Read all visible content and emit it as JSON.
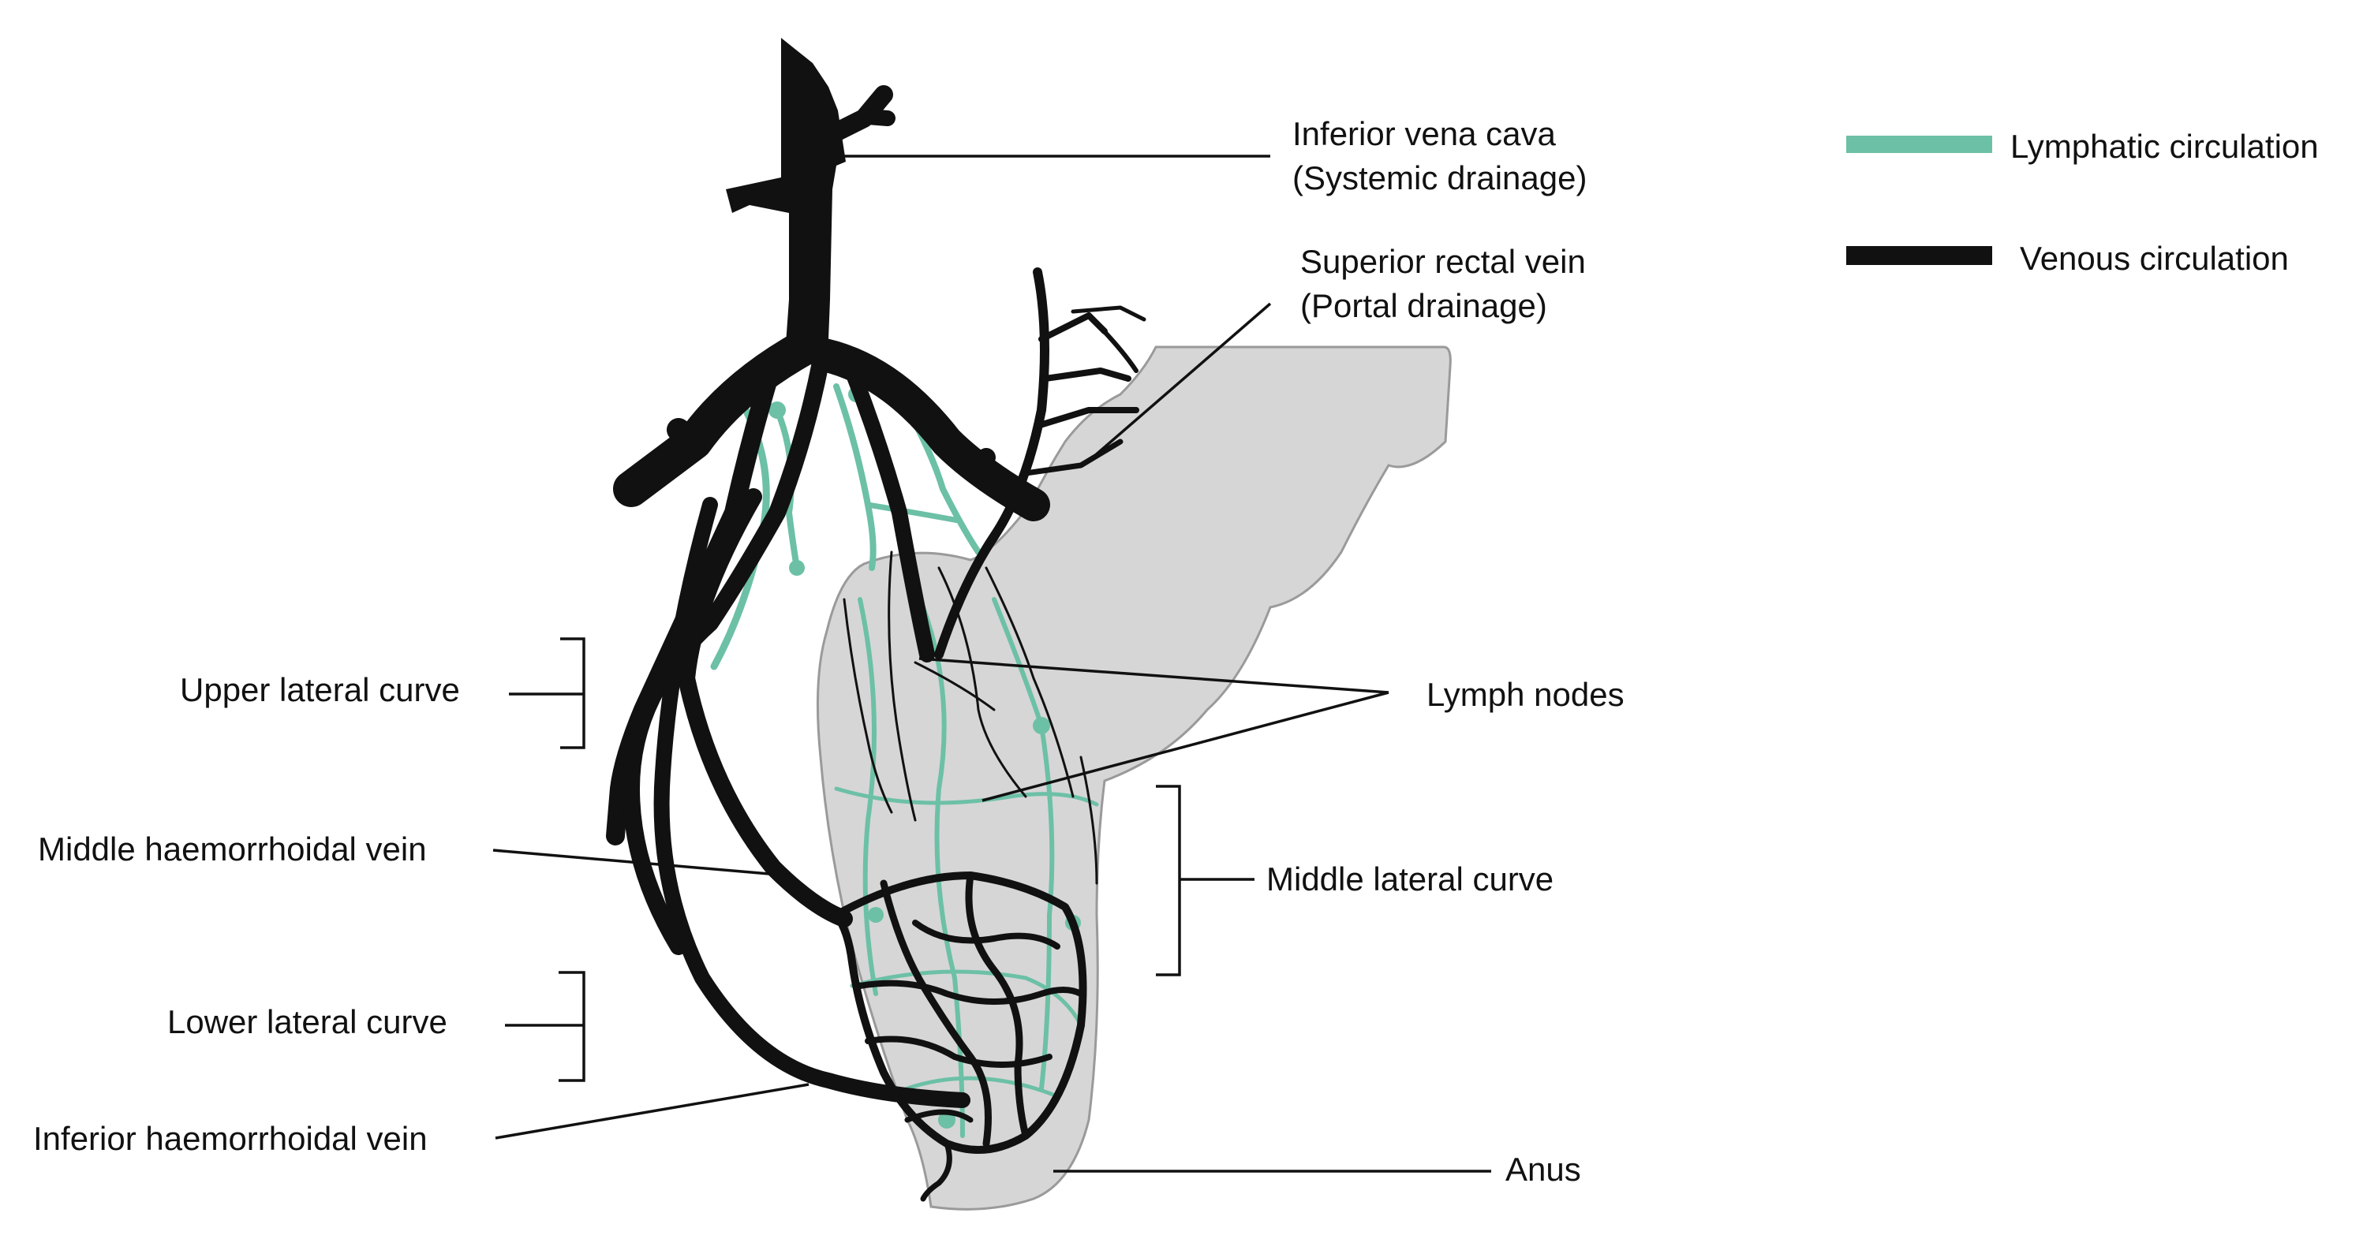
{
  "colors": {
    "lymph": "#6cc0a6",
    "vein": "#111111",
    "tissue": "#d6d6d6",
    "tissue_edge": "#9a9a9a",
    "text": "#111111"
  },
  "legend": [
    {
      "name": "Lymphatic circulation",
      "color": "#6cc0a6"
    },
    {
      "name": "Venous circulation",
      "color": "#111111"
    }
  ],
  "labels": {
    "ivc_line1": "Inferior vena cava",
    "ivc_line2": "(Systemic drainage)",
    "srv_line1": "Superior rectal vein",
    "srv_line2": "(Portal drainage)",
    "lymph_nodes": "Lymph nodes",
    "upper_lateral_curve": "Upper lateral curve",
    "middle_haemorrhoidal_vein": "Middle haemorrhoidal vein",
    "middle_lateral_curve": "Middle lateral curve",
    "lower_lateral_curve": "Lower lateral curve",
    "inferior_haemorrhoidal_vein": "Inferior haemorrhoidal vein",
    "anus": "Anus"
  }
}
